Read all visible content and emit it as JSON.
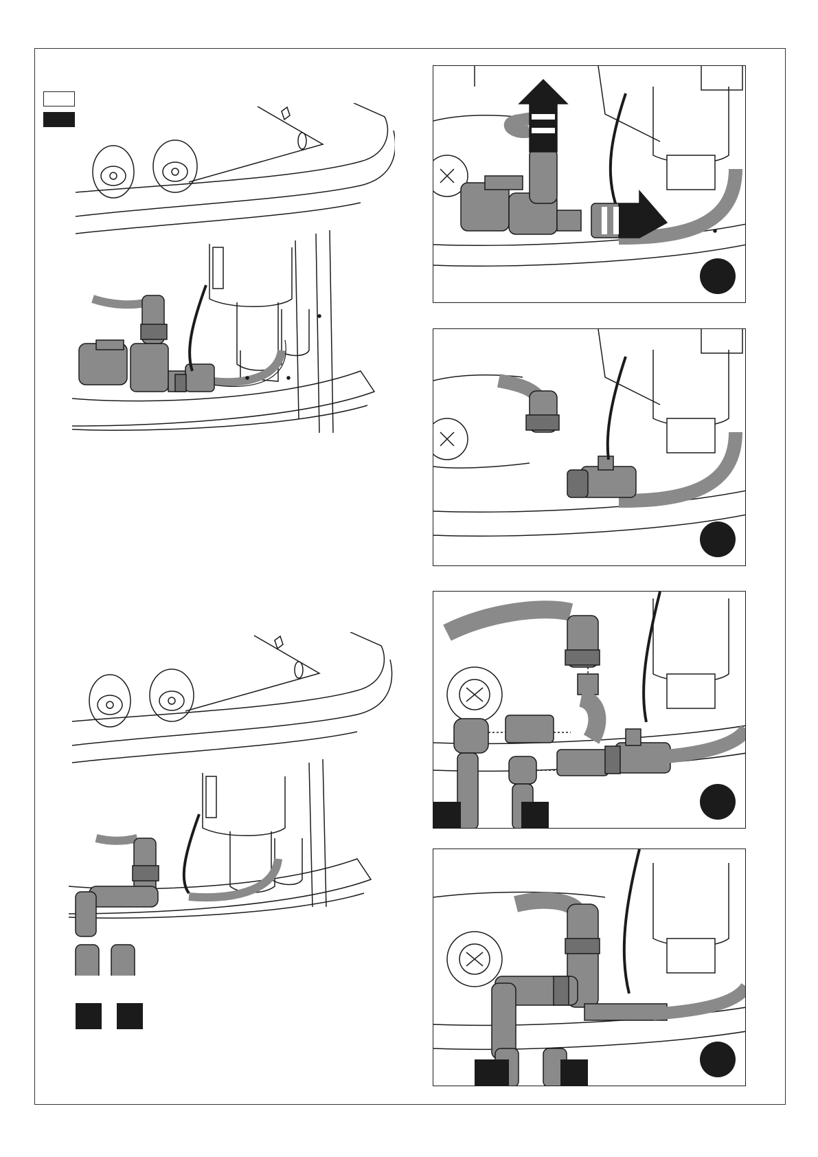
{
  "page": {
    "legend": [
      "white-tag",
      "black-tag"
    ]
  },
  "colors": {
    "ink": "#1b1b1b",
    "pipe_fill": "#8a8a8a",
    "pipe_dark": "#6f6f6f",
    "background": "#ffffff"
  },
  "figures": [
    {
      "id": "overview-top",
      "kind": "bath-pump-overview"
    },
    {
      "id": "overview-bottom",
      "kind": "bath-drain-overview"
    },
    {
      "id": "step-1",
      "kind": "remove-pipes-arrows"
    },
    {
      "id": "step-2",
      "kind": "pipes-removed"
    },
    {
      "id": "step-3",
      "kind": "exploded-fittings"
    },
    {
      "id": "step-4",
      "kind": "assembled-fittings"
    }
  ]
}
